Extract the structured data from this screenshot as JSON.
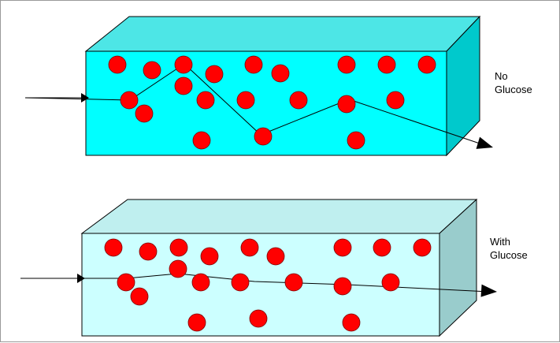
{
  "panels": [
    {
      "id": "no-glucose",
      "label_line1": "No",
      "label_line2": "Glucose",
      "colors": {
        "front": "#00ffff",
        "top": "#4de6e6",
        "side": "#00c9cc",
        "particle": "#ff0000"
      }
    },
    {
      "id": "with-glucose",
      "label_line1": "With",
      "label_line2": "Glucose",
      "colors": {
        "front": "#ccffff",
        "top": "#bfefef",
        "side": "#99cccc",
        "particle": "#ff0000"
      }
    }
  ],
  "colors": {
    "outline": "#000000",
    "frame": "#9a9a9a",
    "background": "#ffffff"
  }
}
